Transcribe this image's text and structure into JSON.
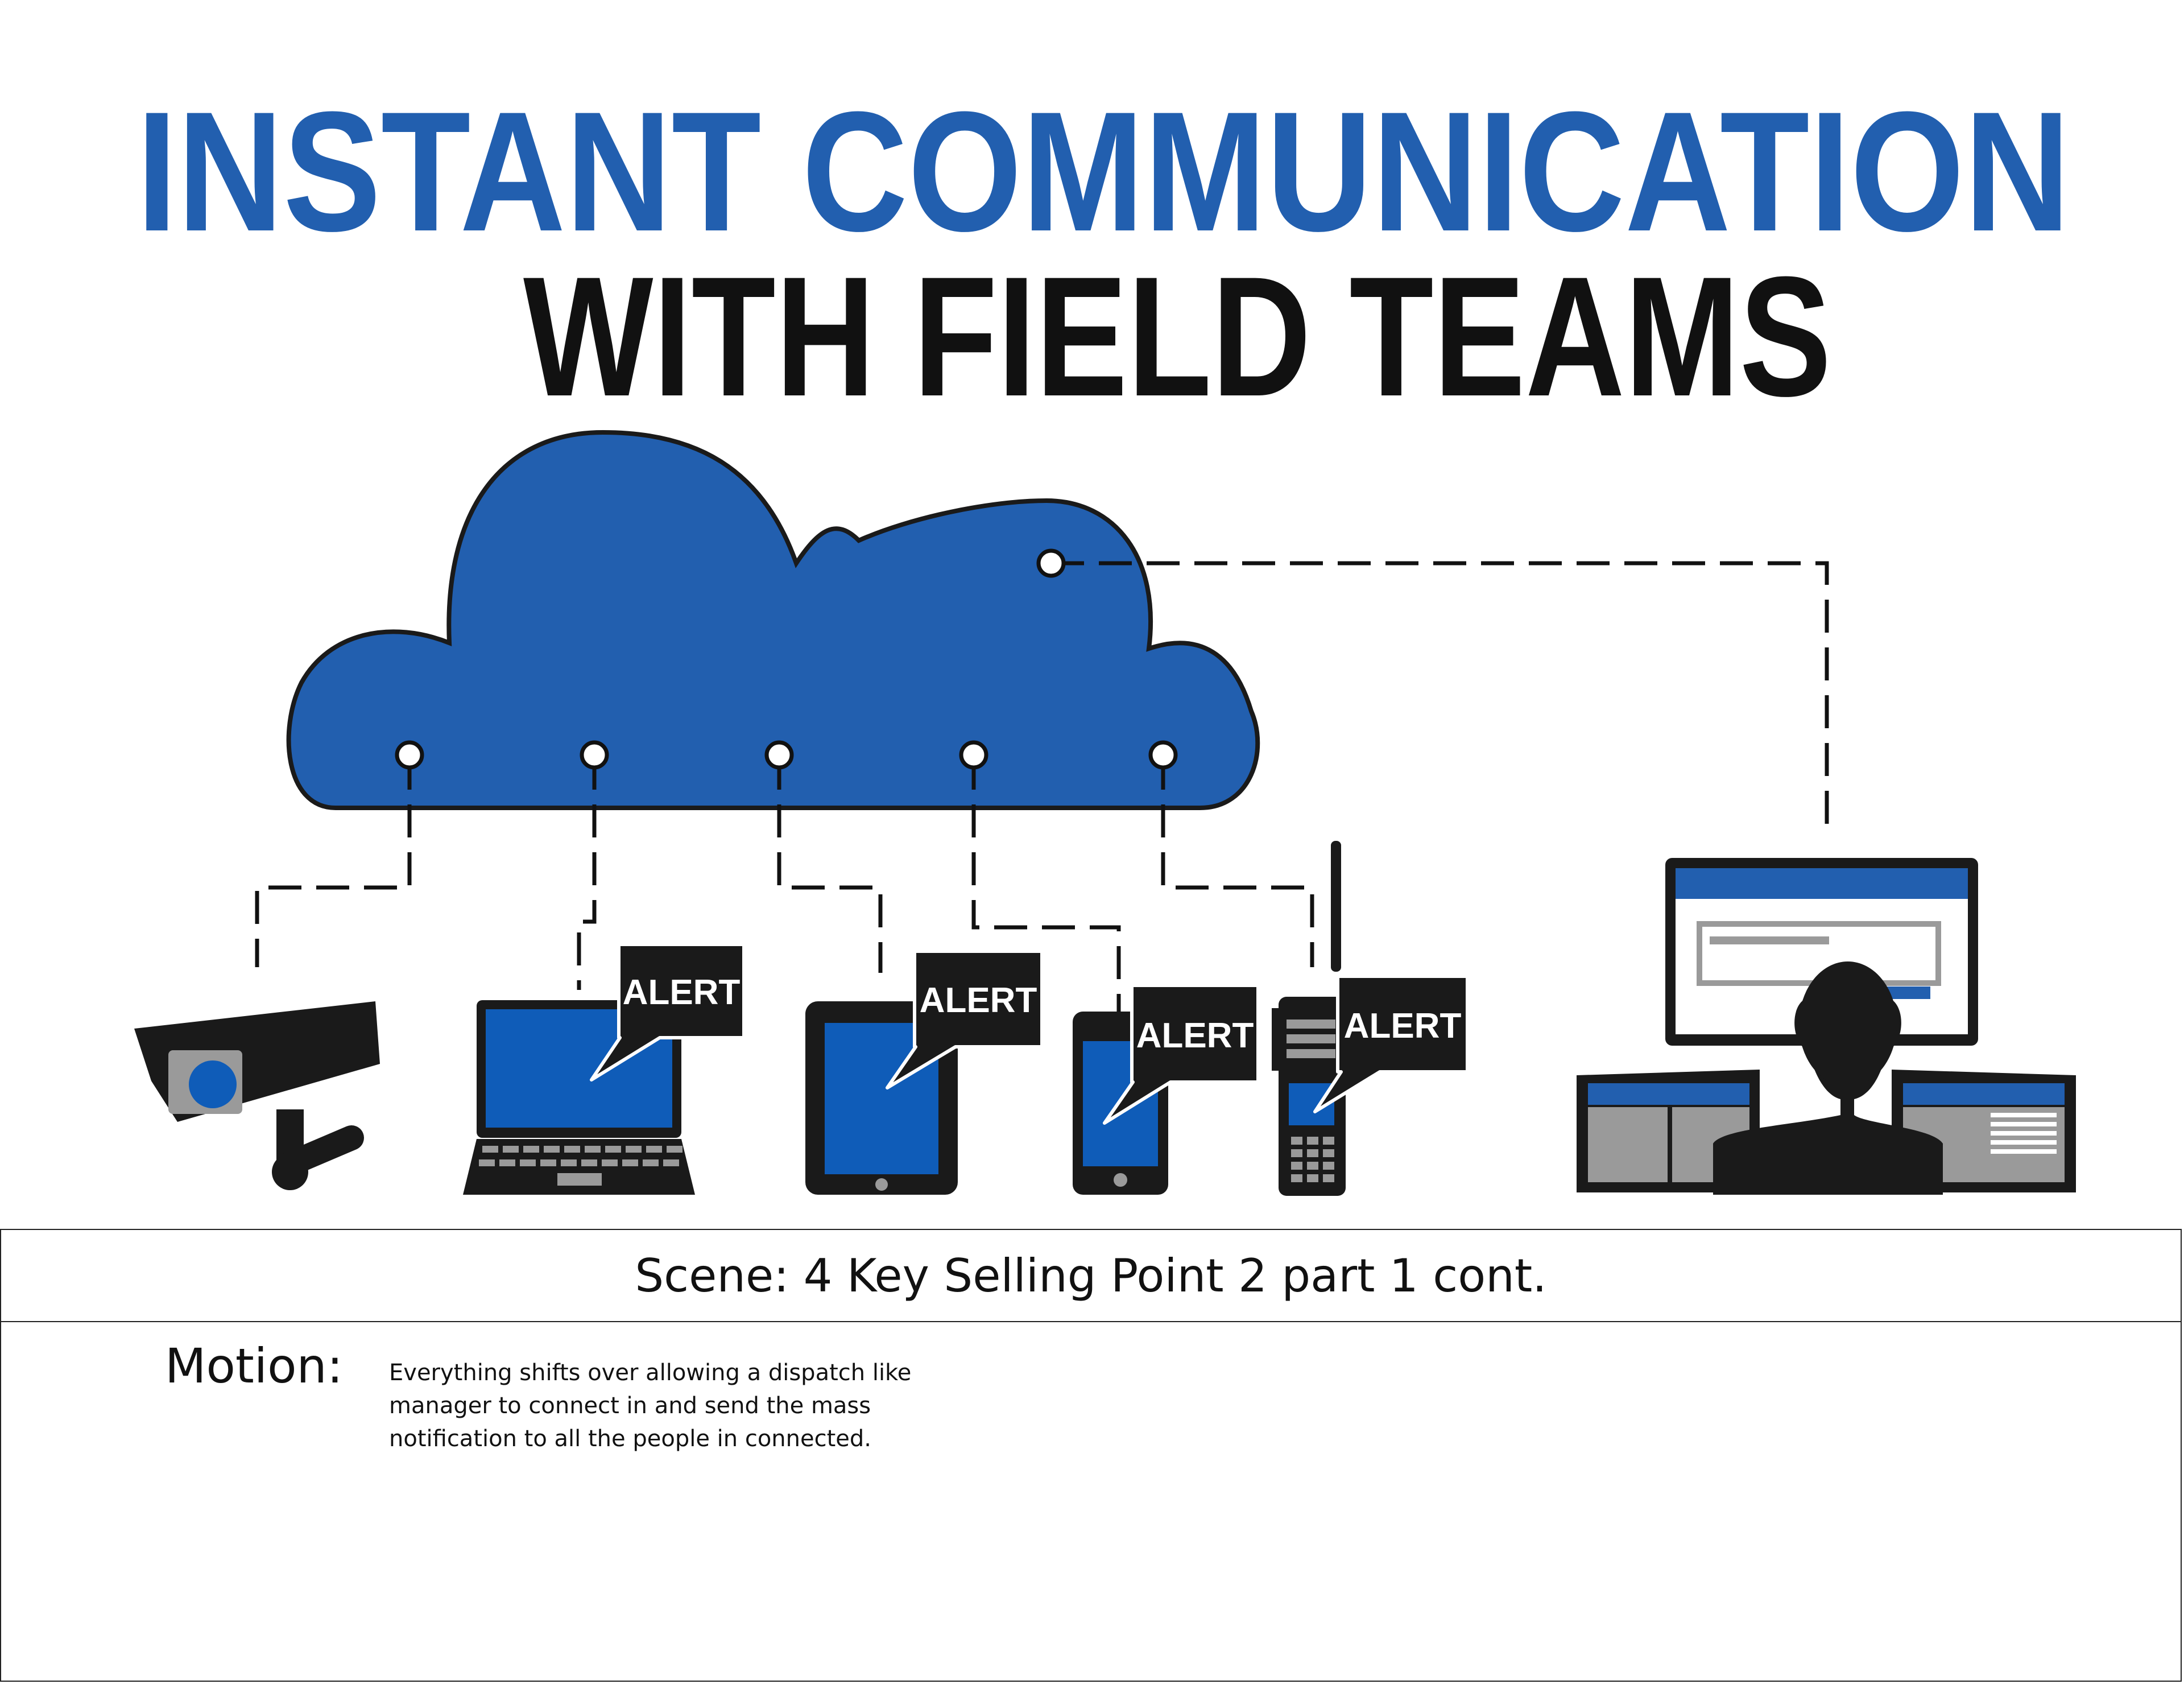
{
  "title": {
    "line1": "INSTANT COMMUNICATION",
    "line2": "WITH FIELD TEAMS"
  },
  "alerts": {
    "laptop": "ALERT",
    "tablet": "ALERT",
    "phone": "ALERT",
    "radio": "ALERT"
  },
  "scene": {
    "label": "Scene: 4 Key Selling Point 2 part 1 cont."
  },
  "motion": {
    "label": "Motion:",
    "description": "Everything shifts over allowing a dispatch like manager to connect in and send the mass notification to all the people in connected."
  },
  "icons": [
    "cloud-icon",
    "security-camera-icon",
    "laptop-icon",
    "tablet-icon",
    "smartphone-icon",
    "two-way-radio-icon",
    "dispatcher-workstation-icon"
  ],
  "colors": {
    "brand_blue": "#225faf",
    "screen_blue": "#0f5cb8",
    "dark": "#1a1a1a",
    "gray": "#9a9a9a"
  }
}
